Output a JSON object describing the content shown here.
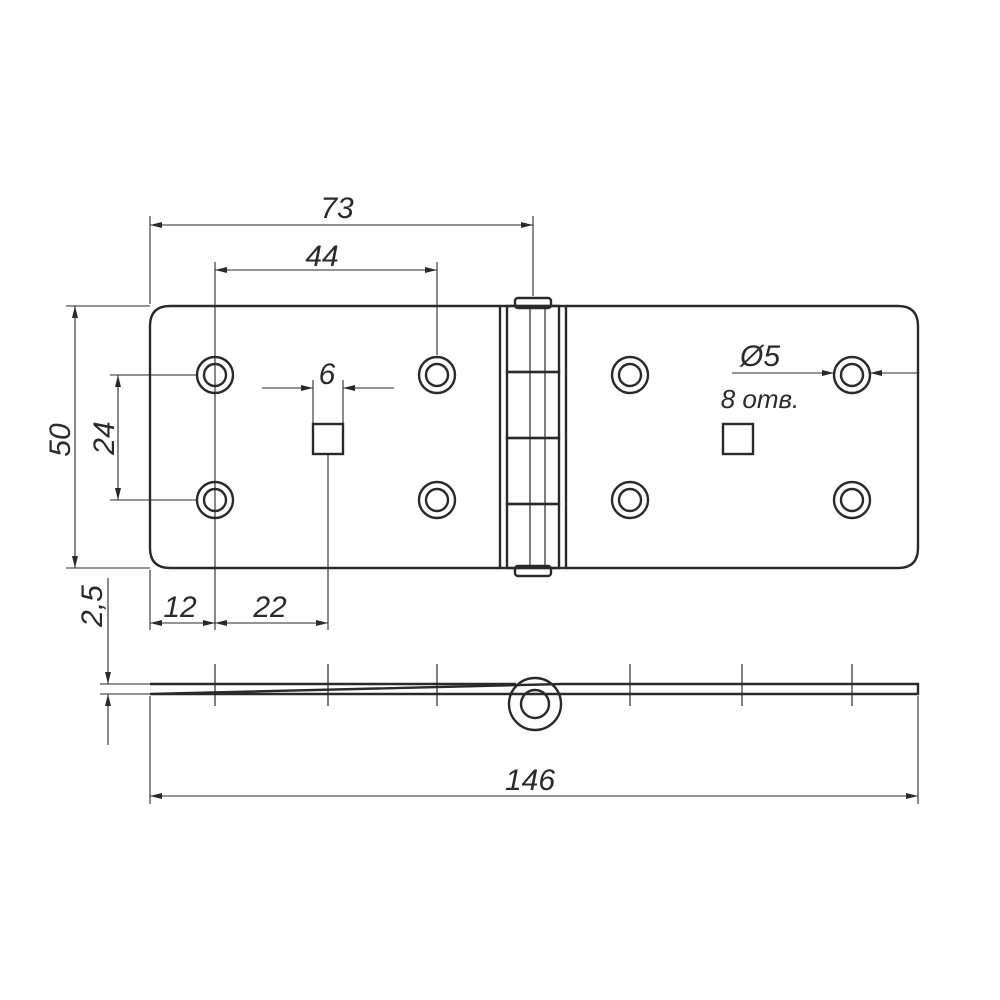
{
  "dimensions": {
    "overall_half_width": "73",
    "hole_spacing_x": "44",
    "slot_width": "6",
    "overall_height": "50",
    "hole_spacing_y": "24",
    "edge_to_hole": "12",
    "hole_to_slot": "22",
    "thickness": "2,5",
    "overall_length": "146"
  },
  "callouts": {
    "hole_diameter": "Ø5",
    "hole_count": "8 отв."
  },
  "colors": {
    "line": "#2a2a2a",
    "background": "#ffffff"
  }
}
